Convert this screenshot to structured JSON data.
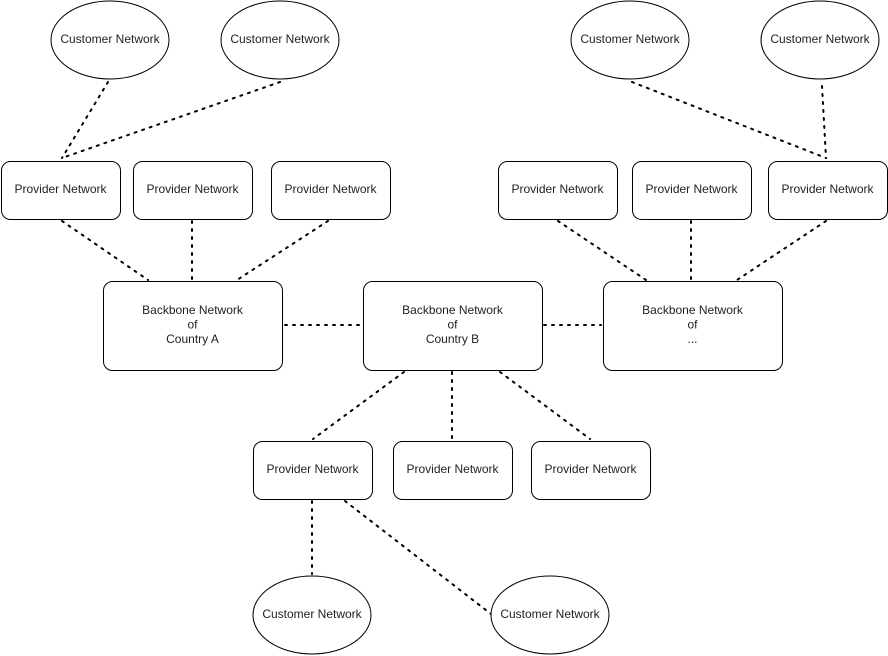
{
  "diagram": {
    "nodes": [
      {
        "id": "cust-a1",
        "kind": "ellipse",
        "lines": [
          "Customer Network"
        ]
      },
      {
        "id": "cust-a2",
        "kind": "ellipse",
        "lines": [
          "Customer Network"
        ]
      },
      {
        "id": "cust-c1",
        "kind": "ellipse",
        "lines": [
          "Customer Network"
        ]
      },
      {
        "id": "cust-c2",
        "kind": "ellipse",
        "lines": [
          "Customer Network"
        ]
      },
      {
        "id": "prov-a1",
        "kind": "rect",
        "lines": [
          "Provider Network"
        ]
      },
      {
        "id": "prov-a2",
        "kind": "rect",
        "lines": [
          "Provider Network"
        ]
      },
      {
        "id": "prov-a3",
        "kind": "rect",
        "lines": [
          "Provider Network"
        ]
      },
      {
        "id": "prov-c1",
        "kind": "rect",
        "lines": [
          "Provider Network"
        ]
      },
      {
        "id": "prov-c2",
        "kind": "rect",
        "lines": [
          "Provider Network"
        ]
      },
      {
        "id": "prov-c3",
        "kind": "rect",
        "lines": [
          "Provider Network"
        ]
      },
      {
        "id": "bb-a",
        "kind": "rect",
        "lines": [
          "Backbone Network",
          "of",
          "Country A"
        ]
      },
      {
        "id": "bb-b",
        "kind": "rect",
        "lines": [
          "Backbone Network",
          "of",
          "Country B"
        ]
      },
      {
        "id": "bb-c",
        "kind": "rect",
        "lines": [
          "Backbone Network",
          "of",
          "..."
        ]
      },
      {
        "id": "prov-b1",
        "kind": "rect",
        "lines": [
          "Provider Network"
        ]
      },
      {
        "id": "prov-b2",
        "kind": "rect",
        "lines": [
          "Provider Network"
        ]
      },
      {
        "id": "prov-b3",
        "kind": "rect",
        "lines": [
          "Provider Network"
        ]
      },
      {
        "id": "cust-b1",
        "kind": "ellipse",
        "lines": [
          "Customer Network"
        ]
      },
      {
        "id": "cust-b2",
        "kind": "ellipse",
        "lines": [
          "Customer Network"
        ]
      }
    ],
    "edges": [
      {
        "from": "cust-a1",
        "to": "prov-a1"
      },
      {
        "from": "cust-a2",
        "to": "prov-a1"
      },
      {
        "from": "prov-a1",
        "to": "bb-a"
      },
      {
        "from": "prov-a2",
        "to": "bb-a"
      },
      {
        "from": "prov-a3",
        "to": "bb-a"
      },
      {
        "from": "cust-c1",
        "to": "prov-c3"
      },
      {
        "from": "cust-c2",
        "to": "prov-c3"
      },
      {
        "from": "prov-c1",
        "to": "bb-c"
      },
      {
        "from": "prov-c2",
        "to": "bb-c"
      },
      {
        "from": "prov-c3",
        "to": "bb-c"
      },
      {
        "from": "bb-a",
        "to": "bb-b"
      },
      {
        "from": "bb-b",
        "to": "bb-c"
      },
      {
        "from": "bb-b",
        "to": "prov-b1"
      },
      {
        "from": "bb-b",
        "to": "prov-b2"
      },
      {
        "from": "bb-b",
        "to": "prov-b3"
      },
      {
        "from": "prov-b1",
        "to": "cust-b1"
      },
      {
        "from": "prov-b1",
        "to": "cust-b2"
      }
    ]
  }
}
